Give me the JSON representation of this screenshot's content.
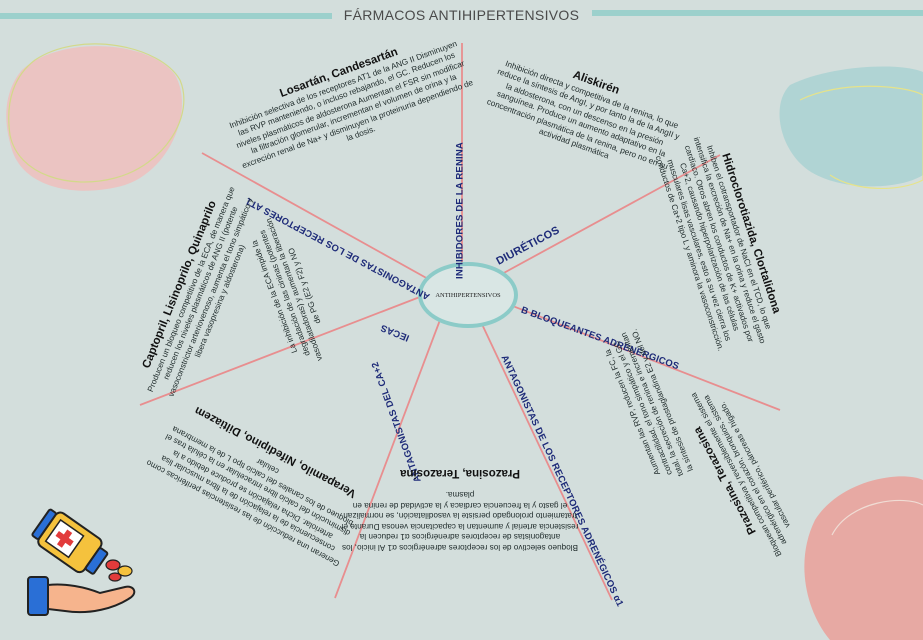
{
  "title": "FÁRMACOS ANTIHIPERTENSIVOS",
  "center_label": "ANTIHIPERTENSIVOS",
  "categories": {
    "renin": "INHIBIDORES DE LA RENINA",
    "diuretics": "DIURÉTICOS",
    "beta": "B BLOQUEANTES ADRENÉRGICOS",
    "alpha": "ANTAGONISTAS DE LOS RECEPTORES  ADRENÉGICOS α1",
    "ca": "ANTAGONISTAS DEL CA+2",
    "ieca": "IECAS",
    "at1": "ANTAGONISTAS DE LOS RECEPTORES AT1"
  },
  "sections": {
    "losartan": {
      "title": "Losartán, Candesartán",
      "body": "Inhibición selectiva de los receptores AT1 de la ANG II Disminuyen las RVP manteniendo, o incluso rebajando, el GC. Reducen los niveles plasmáticos de aldosterona Aumentan el FSR sin modificar la filtración glomerular, incrementan el volumen de orina y la excreción renal de Na+ y disminuyen la proteinuria dependiendo de la dosis."
    },
    "aliskiren": {
      "title": "Aliskirén",
      "body": "Inhibición directa y competitiva de la renina, lo que reduce la síntesis de AngI, y por tanto la de la AngII y la aldosterona, con un descenso en la presión sanguínea. Produce un aumento adaptativo en la concentración plasmática de la renina, pero no en su actividad plasmática"
    },
    "hidroclorotiazida": {
      "title": "Hidroclorotiazida, Clortalidona",
      "body": "Inhiben el cotransportador de NaCl en el TCD, lo que intensifica la excreción de Na+ en la orina y reduce el gasto cardíaco. Otros abren los conductos de K+ activados por Ca+2, causando hiperpolarización de las células musculares lisas vasculares, esto a su vez cierra los conductos de Ca+2 tipo L y aminora la vasoconstricción."
    },
    "beta_body": {
      "body": "Aumentan las RVP, reducen la FC, la contractilidad, el tono simpático y el GC total, la secreción de renina e incrementan la síntesis de prostaglandina E2 y del NO."
    },
    "prazosina_beta": {
      "title": "Prazosina, Terazosina",
      "body": "Bloquean competitiva y reversiblemente el sistema adrenérgico en el corazón, bronquios, sistema vascular periférico, páncreas e hígado."
    },
    "prazosina_alpha": {
      "title": "Prazosina, Terazosina",
      "body": "Bloqueo selectivo de los receptores adrenérgicos α1 Al inicio, los antagonistas de receptores adrenérgicos α1 reducen la resistencia arterial y aumentan la capacitancia venosa Durante el tratamiento prolongado persiste la vasodilatación, se normalizan el gasto y la frecuencia cardiaca y la actividad de renina en plasma."
    },
    "verapamilo": {
      "title": "Verapamilo, Nifedipino, Diltiazem",
      "body": "Generan una reducción de las resistencias periféricas como consecuencia de la relajación de la fibra muscular lisa arteriolar. Dicha relajación se produce debido a la disminución del calcio libre intracelular en la célula tras el bloqueo de los canales del calcio tipo L de la membrana celular"
    },
    "captopril": {
      "title": "Captopril, Lisinoprilo, Quinaprilo",
      "body": "Producen un bloqueo competitivo de la ECA, de manera que reducen los niveles plasmáticos de ANG II (potente vasoconstrictor arteriovenoso, aumenta el tono simpático y libera vasopresina y aldosterona)"
    },
    "ieca_body": {
      "body": "La inhibición de la ECA impide la degradación de las cininas (potentes vasodilatadoras) y aumentan la liberación de PG (E2 y F2) y NO"
    }
  },
  "colors": {
    "background": "#d3dedc",
    "spokes": "#e88e8f",
    "center_ring": "#8ccbc8",
    "category_text": "#1d2a78",
    "pink_blob": "#eec0bd",
    "teal_blob": "#a9d2d2",
    "coral_blob": "#ec9b95"
  },
  "icons": [
    "pill-bottle-icon",
    "capsules-icon",
    "open-hand-icon"
  ]
}
